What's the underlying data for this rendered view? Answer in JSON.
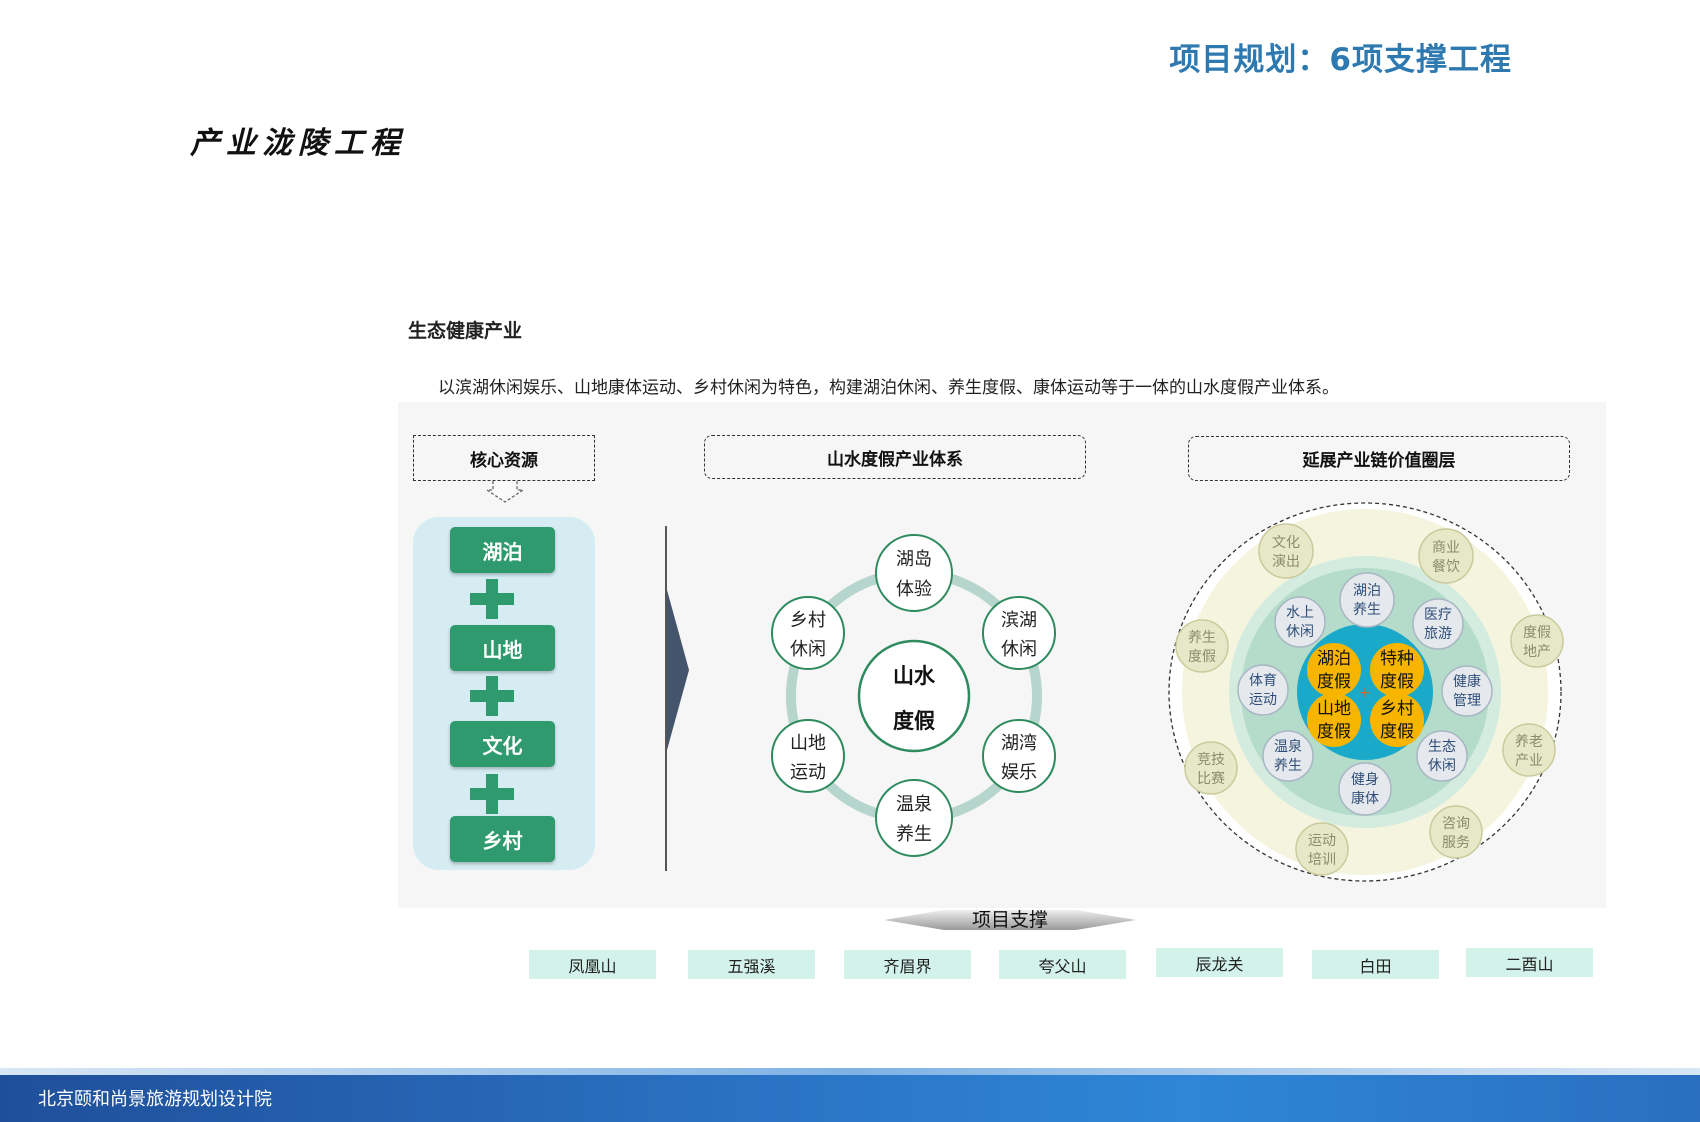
{
  "header": {
    "page_title": "项目规划：6项支撑工程"
  },
  "section": {
    "title": "产业泷陵工程"
  },
  "subsection": {
    "title": "生态健康产业",
    "description": "以滨湖休闲娱乐、山地康体运动、乡村休闲为特色，构建湖泊休闲、养生度假、康体运动等于一体的山水度假产业体系。"
  },
  "core_resources": {
    "header": "核心资源",
    "items": [
      "湖泊",
      "山地",
      "文化",
      "乡村"
    ]
  },
  "industry_system": {
    "header": "山水度假产业体系",
    "center": [
      "山水",
      "度假"
    ],
    "nodes": [
      [
        "湖岛",
        "体验"
      ],
      [
        "滨湖",
        "休闲"
      ],
      [
        "湖湾",
        "娱乐"
      ],
      [
        "温泉",
        "养生"
      ],
      [
        "山地",
        "运动"
      ],
      [
        "乡村",
        "休闲"
      ]
    ]
  },
  "value_chain": {
    "header": "延展产业链价值圈层",
    "core": [
      [
        "湖泊",
        "度假"
      ],
      [
        "特种",
        "度假"
      ],
      [
        "山地",
        "度假"
      ],
      [
        "乡村",
        "度假"
      ]
    ],
    "middle": [
      [
        "湖泊",
        "养生"
      ],
      [
        "医疗",
        "旅游"
      ],
      [
        "健康",
        "管理"
      ],
      [
        "生态",
        "休闲"
      ],
      [
        "健身",
        "康体"
      ],
      [
        "温泉",
        "养生"
      ],
      [
        "体育",
        "运动"
      ],
      [
        "水上",
        "休闲"
      ]
    ],
    "outer": [
      [
        "文化",
        "演出"
      ],
      [
        "商业",
        "餐饮"
      ],
      [
        "度假",
        "地产"
      ],
      [
        "养老",
        "产业"
      ],
      [
        "咨询",
        "服务"
      ],
      [
        "运动",
        "培训"
      ],
      [
        "竞技",
        "比赛"
      ],
      [
        "养生",
        "度假"
      ]
    ]
  },
  "project_support": {
    "label": "项目支撑",
    "projects": [
      "凤凰山",
      "五强溪",
      "齐眉界",
      "夸父山",
      "辰龙关",
      "白田",
      "二酉山"
    ]
  },
  "footer": {
    "organization": "北京颐和尚景旅游规划设计院"
  },
  "colors": {
    "title_blue": "#2d79b0",
    "green": "#2e9a6e",
    "light_blue_card": "#d5ecf3",
    "orange": "#f7b500",
    "cyan": "#1ba9c9",
    "outer_ring": "#f5f4df",
    "ring_gray": "#b6d5cc",
    "tag_bg": "#d2f2ea"
  }
}
